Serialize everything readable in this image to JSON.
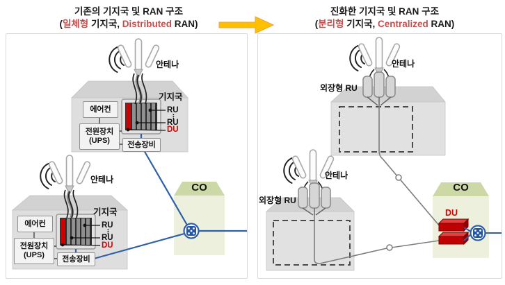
{
  "header": {
    "left": {
      "line1": "기존의 기지국 및 RAN 구조",
      "paren_open": "(",
      "accent1": "일체형",
      "mid": " 기지국, ",
      "accent2": "Distributed",
      "tail": " RAN)"
    },
    "right": {
      "line1": "진화한 기지국 및 RAN 구조",
      "paren_open": "(",
      "accent1": "분리형",
      "mid": " 기지국, ",
      "accent2": "Centralized",
      "tail": " RAN)"
    }
  },
  "left_panel": {
    "station_top": {
      "antenna": "안테나",
      "bts": "기지국",
      "ac": "에어컨",
      "ups_line1": "전원장치",
      "ups_line2": "(UPS)",
      "transport": "전송장비",
      "ru1": "RU",
      "dots": "⋮",
      "ru2": "RU",
      "du": "DU"
    },
    "station_bottom": {
      "antenna": "안테나",
      "bts": "기지국",
      "ac": "에어컨",
      "ups_line1": "전원장치",
      "ups_line2": "(UPS)",
      "transport": "전송장비",
      "ru1": "RU",
      "dots": "⋮",
      "ru2": "RU",
      "du": "DU"
    },
    "co_label": "CO"
  },
  "right_panel": {
    "station_top": {
      "antenna": "안테나",
      "external_ru": "외장형 RU"
    },
    "station_bottom": {
      "antenna": "안테나",
      "external_ru": "외장형 RU"
    },
    "co_label": "CO",
    "du_label": "DU"
  },
  "colors": {
    "accent_red": "#C0504D",
    "du_red": "#D40000",
    "line_blue": "#2F5FA8",
    "arrow_gold": "#FFC000",
    "co_green_top": "#CDD8A7",
    "co_green_body": "#EDF0DC",
    "gray_line": "#7d7d7d"
  }
}
